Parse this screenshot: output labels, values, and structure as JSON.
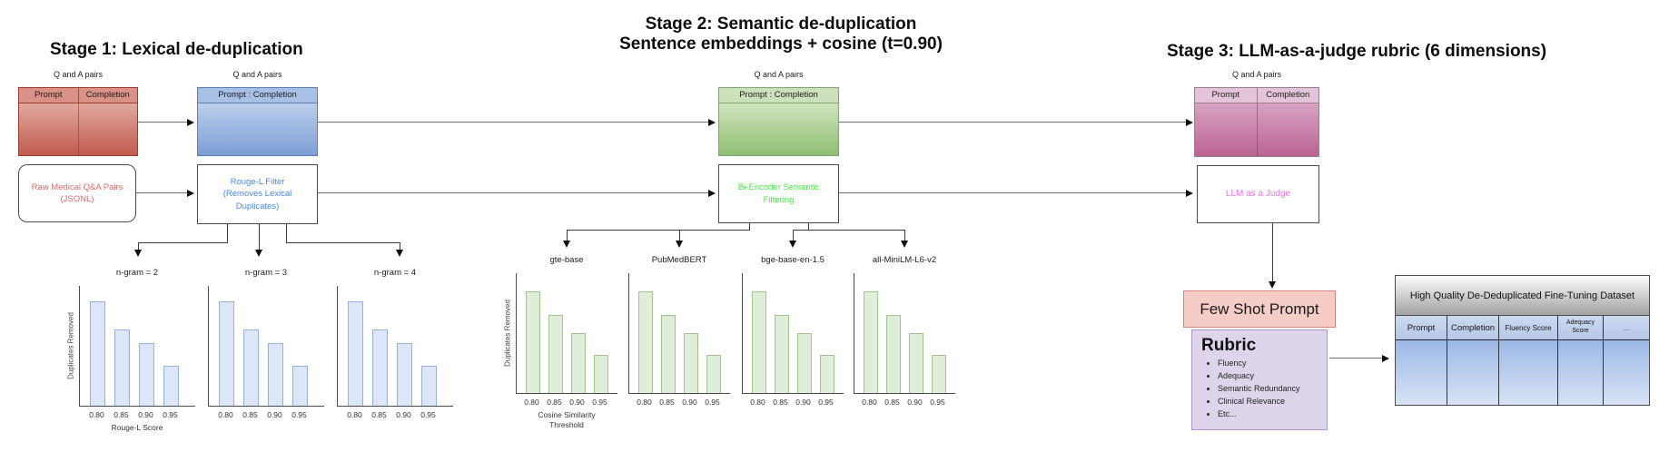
{
  "labels": {
    "qa_pairs": "Q and A pairs"
  },
  "stage1": {
    "title": "Stage 1: Lexical de-duplication",
    "input_cols": [
      "Prompt",
      "Completion"
    ],
    "merged_header": "Prompt : Completion",
    "source_lines": [
      "Raw Medical Q&A Pairs",
      "(JSONL)"
    ],
    "filter_lines": [
      "Rouge-L Filter",
      "(Removes Lexical",
      "Duplicates)"
    ]
  },
  "stage2": {
    "title_line1": "Stage 2: Semantic de-duplication",
    "title_line2": "Sentence embeddings + cosine (t=0.90)",
    "merged_header": "Prompt : Completion",
    "filter_lines": [
      "Bi-Encoder Semantic",
      "Filtering"
    ]
  },
  "stage3": {
    "title": "Stage 3: LLM-as-a-judge rubric (6 dimensions)",
    "input_cols": [
      "Prompt",
      "Completion"
    ],
    "judge_label": "LLM as a Judge",
    "few_shot_label": "Few Shot Prompt",
    "rubric_title": "Rubric",
    "rubric_items": [
      "Fluency",
      "Adequacy",
      "Semantic Redundancy",
      "Clinical Relevance",
      "Etc..."
    ]
  },
  "output_table": {
    "title": "High Quality De-Deduplicated Fine-Tuning Dataset",
    "columns": [
      "Prompt",
      "Completion",
      "Fluency Score",
      "Adequacy Score",
      "..."
    ]
  },
  "chart_data": [
    {
      "type": "bar",
      "stage": "stage1",
      "title": "n-gram = 2",
      "categories": [
        "0.80",
        "0.85",
        "0.90",
        "0.95"
      ],
      "values_relative": [
        87,
        64,
        52,
        33
      ],
      "xlabel": "Rouge-L Score",
      "ylabel": "Duplicates Removed",
      "y_scale": "unlabeled relative counts",
      "grid": false
    },
    {
      "type": "bar",
      "stage": "stage1",
      "title": "n-gram = 3",
      "categories": [
        "0.80",
        "0.85",
        "0.90",
        "0.95"
      ],
      "values_relative": [
        87,
        64,
        52,
        33
      ],
      "xlabel": "",
      "ylabel": "",
      "y_scale": "unlabeled relative counts",
      "grid": false
    },
    {
      "type": "bar",
      "stage": "stage1",
      "title": "n-gram = 4",
      "categories": [
        "0.80",
        "0.85",
        "0.90",
        "0.95"
      ],
      "values_relative": [
        87,
        64,
        52,
        33
      ],
      "xlabel": "",
      "ylabel": "",
      "y_scale": "unlabeled relative counts",
      "grid": false
    },
    {
      "type": "bar",
      "stage": "stage2",
      "title": "gte-base",
      "categories": [
        "0.80",
        "0.85",
        "0.90",
        "0.95"
      ],
      "values_relative": [
        85,
        65,
        50,
        32
      ],
      "xlabel": "Cosine Similarity Threshold",
      "ylabel": "Duplicates Removed",
      "y_scale": "unlabeled relative counts",
      "grid": false
    },
    {
      "type": "bar",
      "stage": "stage2",
      "title": "PubMedBERT",
      "categories": [
        "0.80",
        "0.85",
        "0.90",
        "0.95"
      ],
      "values_relative": [
        85,
        65,
        50,
        32
      ],
      "xlabel": "",
      "ylabel": "",
      "y_scale": "unlabeled relative counts",
      "grid": false
    },
    {
      "type": "bar",
      "stage": "stage2",
      "title": "bge-base-en-1.5",
      "categories": [
        "0.80",
        "0.85",
        "0.90",
        "0.95"
      ],
      "values_relative": [
        85,
        65,
        50,
        32
      ],
      "xlabel": "",
      "ylabel": "",
      "y_scale": "unlabeled relative counts",
      "grid": false
    },
    {
      "type": "bar",
      "stage": "stage2",
      "title": "all-MiniLM-L6-v2",
      "categories": [
        "0.80",
        "0.85",
        "0.90",
        "0.95"
      ],
      "values_relative": [
        85,
        65,
        50,
        32
      ],
      "xlabel": "",
      "ylabel": "",
      "y_scale": "unlabeled relative counts",
      "grid": false
    }
  ],
  "colors": {
    "stage1_table_body": "#c05b4d",
    "stage1_merged_box": "#7d9ed5",
    "stage2_merged_box": "#8fbe72",
    "stage3_table_body": "#bb6392",
    "stage1_filter_text": "#4a86e8",
    "stage2_filter_text": "#3cf03c",
    "stage3_judge_text": "#ee6fee",
    "source_box_text": "#e06666",
    "few_shot_fill": "#f6ccc7",
    "rubric_fill": "#ded5eb",
    "stage1_bars": "#dbe7f8",
    "stage2_bars": "#e0edd8",
    "output_header_fill": "#c1d1ec",
    "output_body_fill": "#9cb8e6"
  }
}
